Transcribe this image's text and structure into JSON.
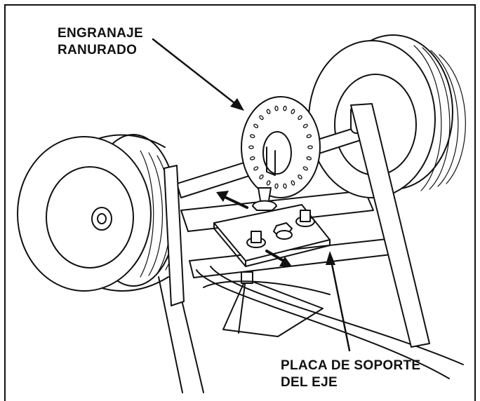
{
  "callouts": {
    "gear": {
      "line1": "ENGRANAJE",
      "line2": "RANURADO"
    },
    "plate": {
      "line1": "PLACA DE SOPORTE",
      "line2": "DEL EJE"
    }
  },
  "colors": {
    "ink": "#111111",
    "paper": "#ffffff"
  }
}
